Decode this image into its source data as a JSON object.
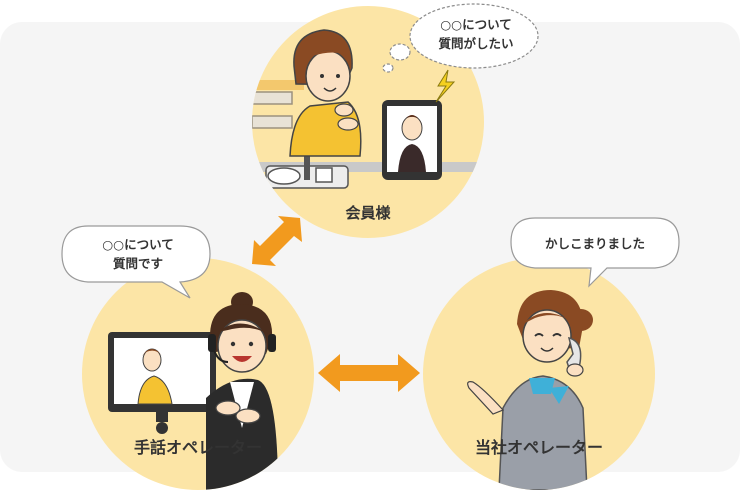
{
  "nodes": {
    "member": {
      "label": "会員様"
    },
    "sign_operator": {
      "label": "手話オペレーター"
    },
    "company_operator": {
      "label": "当社オペレーター"
    }
  },
  "bubbles": {
    "member_thought": {
      "line1": "○○について",
      "line2": "質問がしたい"
    },
    "sign_operator_speech": {
      "line1": "○○について",
      "line2": "質問です"
    },
    "company_operator_speech": {
      "line1": "かしこまりました"
    }
  },
  "colors": {
    "circle_fill": "#fce5a6",
    "arrow": "#f29a1e",
    "panel": "#f5f5f5",
    "text": "#333333"
  }
}
